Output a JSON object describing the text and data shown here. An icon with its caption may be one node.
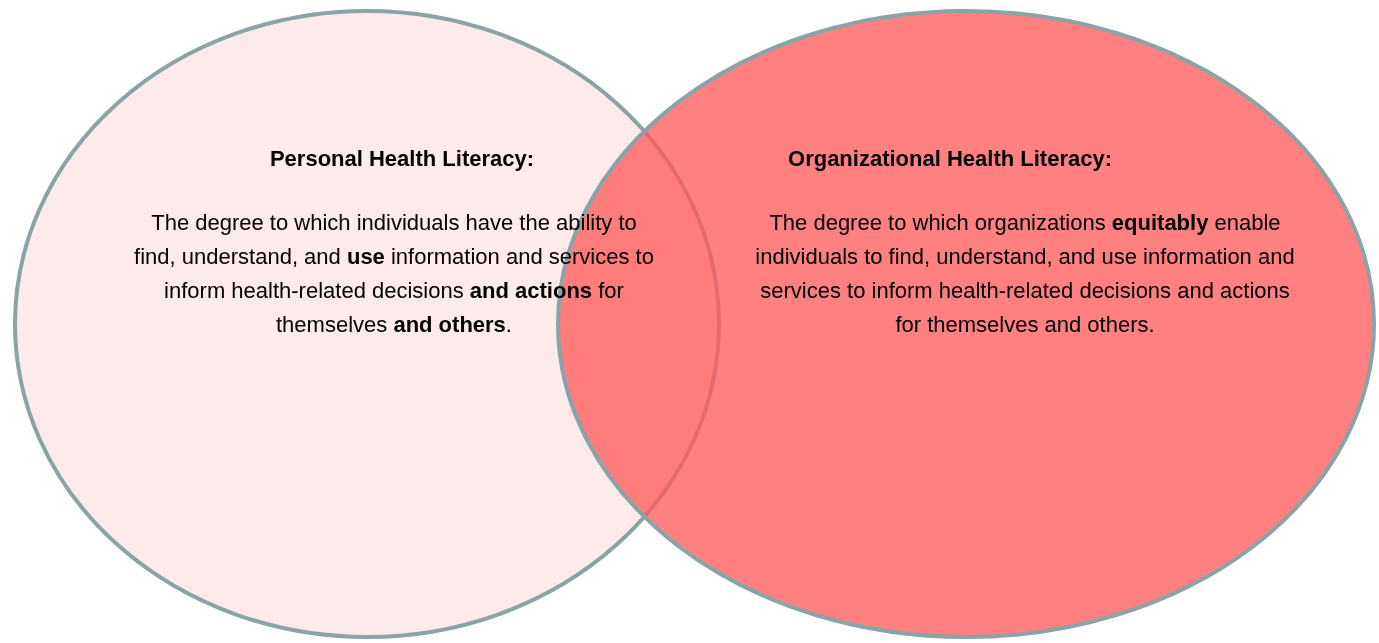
{
  "diagram": {
    "nodes": [
      {
        "text": [
          "Personal Health Literacy:",
          "The degree to which individuals have the ability to find, understand, and **use** information and services to inform health-related decisions **and actions** for themselves **and others**."
        ]
      },
      {
        "text": [
          "Organizational Health Literacy:",
          "The degree to which organizations **equitably** enable individuals to find, understand, and use information and services to inform health-related decisions and actions for themselves and others."
        ]
      }
    ],
    "edges": []
  }
}
